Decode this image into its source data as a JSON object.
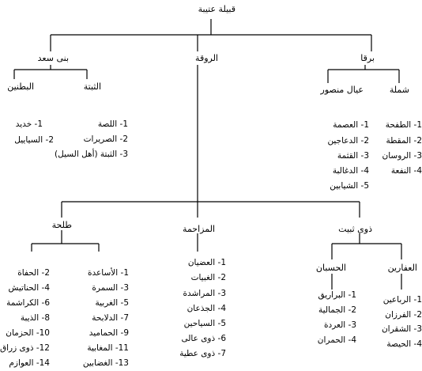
{
  "root": "قبيلة عتيبة",
  "branches": {
    "bani_saad": {
      "label": "بنى سعد",
      "thubta": {
        "label": "الثبتة",
        "items": [
          "1- اللصة",
          "2- الصريرات",
          "3- الثبتة (أهل السيل)"
        ]
      },
      "batein": {
        "label": "البطنين",
        "items": [
          "1- خديد",
          "2- السياييل"
        ]
      }
    },
    "rouqa": {
      "label": "الروقة",
      "talha": {
        "label": "طلحة",
        "right_items": [
          "1- الأساعدة",
          "3- السمرة",
          "5- الغربية",
          "7- الدلابحة",
          "9- الحماميد",
          "11- المغابية",
          "13- الغضابين"
        ],
        "left_items": [
          "2- الحفاة",
          "4- الحناتيش",
          "6- الكراشمة",
          "8- الذيبة",
          "10- الحزمان",
          "12- ذوى زراق",
          "14- العوازم"
        ]
      },
      "muzahma": {
        "label": "المزاحمة",
        "items": [
          "1- العضيان",
          "2- الغبيات",
          "3- المراشدة",
          "4- الجذعان",
          "5- السياحين",
          "6- ذوى عالى",
          "7- ذوى عطية"
        ]
      },
      "thubait": {
        "label": "ذوى ثبيت",
        "hasban": {
          "label": "الحسبان",
          "items": [
            "1- البراريق",
            "2- الجمالية",
            "3- العردة",
            "4- الحمران"
          ]
        },
        "afarin": {
          "label": "العفارين",
          "items": [
            "1- الرباعين",
            "2- الفرزان",
            "3- الشقران",
            "4- الحيصة"
          ]
        }
      }
    },
    "barqa": {
      "label": "برقا",
      "ayal_mansour": {
        "label": "عيال منصور",
        "items": [
          "1- العصمة",
          "2- الدعاجين",
          "3- القثمة",
          "4- الدغالبة",
          "5- الشيابين"
        ]
      },
      "shamla": {
        "label": "شملة",
        "items": [
          "1- الطفحة",
          "2- المقطة",
          "3- الروسان",
          "4- النفعة"
        ]
      }
    }
  }
}
